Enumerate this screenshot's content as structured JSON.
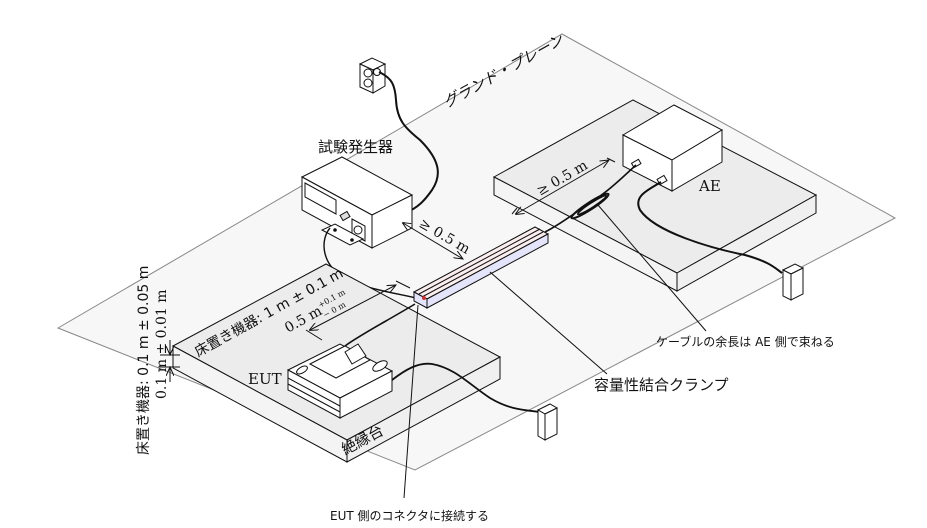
{
  "diagram": {
    "title": "Capacitive coupling clamp test setup",
    "labels": {
      "ground_plane": "グランド・プレーン",
      "test_generator": "試験発生器",
      "ae": "AE",
      "eut": "EUT",
      "insulating_support": "絶縁台",
      "clamp": "容量性結合クランプ",
      "cable_excess": "ケーブルの余長は AE 側で束ねる",
      "eut_connector": "EUT 側のコネクタに接続する",
      "dist_generator_clamp": "≥ 0.5 m",
      "dist_clamp_ae": "≥ 0.5 m",
      "floor_equipment_distance": "床置き機器: 1 m ± 0.1 m",
      "tabletop_distance": "0.5 m",
      "tabletop_tol_plus": "+0.1 m",
      "tabletop_tol_minus": "− 0 m",
      "height_floor": "床置き機器: 0.1 m ± 0.05 m",
      "height_table": "0.1 m ± 0.01 m"
    },
    "colors": {
      "line": "#111111",
      "ground_plane_fill": "#f7f7f7",
      "ground_plane_stroke": "#888888",
      "support_top": "#ececec",
      "support_side": "#f4f4f4",
      "clamp_top": "#fbeeee",
      "clamp_side": "#e4e4fa"
    }
  }
}
